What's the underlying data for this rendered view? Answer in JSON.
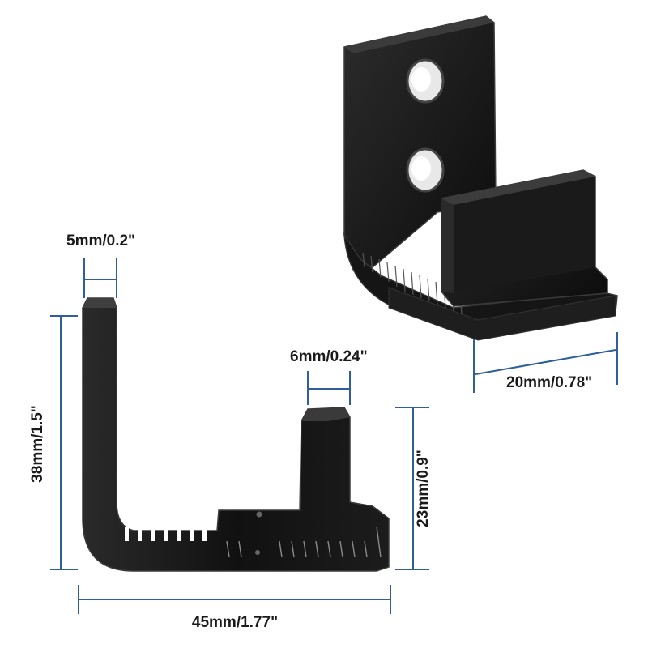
{
  "dimensions": {
    "thickness": "5mm/0.2\"",
    "height_total": "38mm/1.5\"",
    "guide_thickness": "6mm/0.24\"",
    "guide_height": "23mm/0.9\"",
    "length_total": "45mm/1.77\"",
    "depth": "20mm/0.78\""
  },
  "colors": {
    "part": "#141414",
    "part_edge": "#3a3a3a",
    "dimension_line": "#2f5f9a",
    "label": "#1a1a1a"
  }
}
